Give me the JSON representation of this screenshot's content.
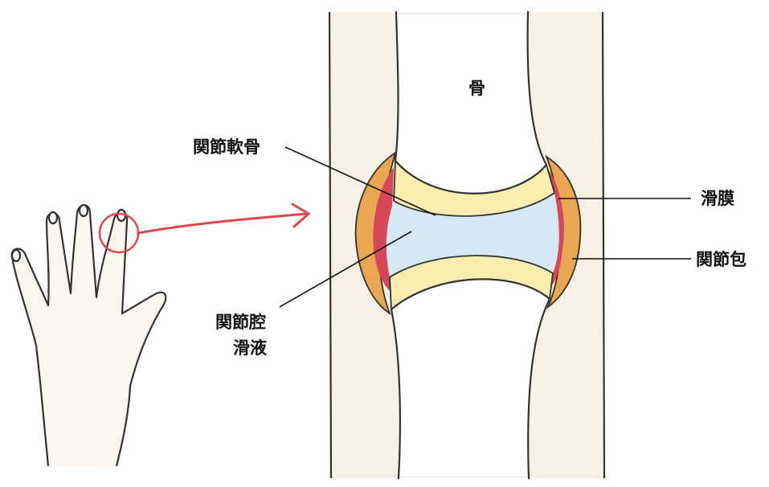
{
  "labels": {
    "bone": "骨",
    "articular_cartilage": "関節軟骨",
    "synovium": "滑膜",
    "joint_capsule": "関節包",
    "joint_cavity": "関節腔",
    "synovial_fluid": "滑液"
  },
  "colors": {
    "tissue": "#f6f1e4",
    "cartilage": "#f7eeb0",
    "cavity": "#d6e9f3",
    "synovium": "#d6475a",
    "capsule": "#eba651",
    "arrow": "#e5454a",
    "outline": "#333333"
  }
}
